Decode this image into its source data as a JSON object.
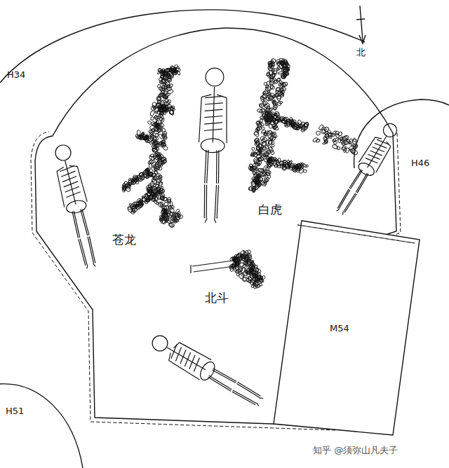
{
  "diagram": {
    "nodes": [
      {
        "text": [
          "M54"
        ]
      }
    ],
    "labels": [
      "H34",
      "北",
      "H46",
      "苍龙",
      "白虎",
      "北斗",
      "H51",
      "知乎 @须弥山凡夫子"
    ]
  }
}
